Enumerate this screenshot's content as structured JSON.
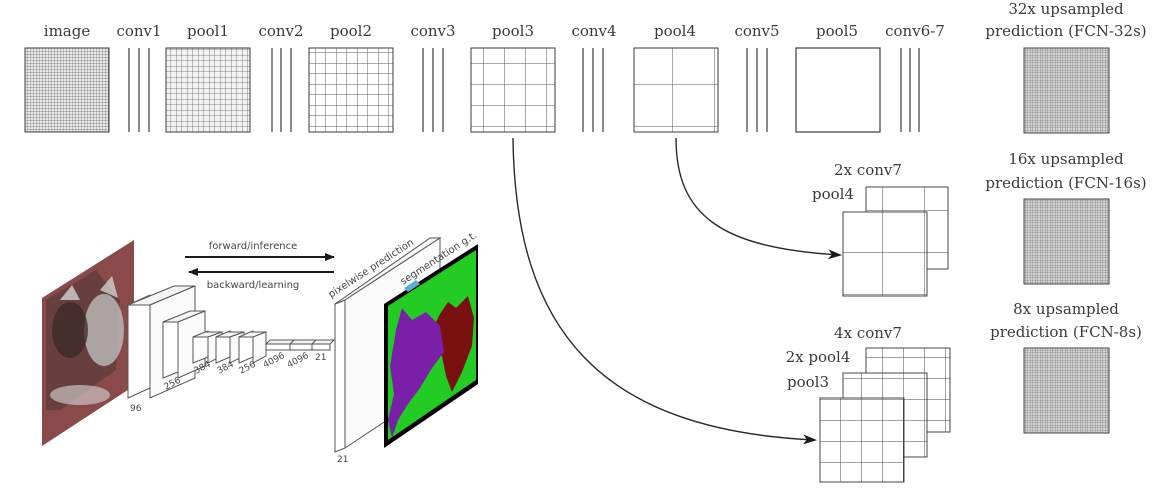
{
  "top_row": {
    "labels": [
      "image",
      "conv1",
      "pool1",
      "conv2",
      "pool2",
      "conv3",
      "pool3",
      "conv4",
      "pool4",
      "conv5",
      "pool5",
      "conv6-7"
    ]
  },
  "outputs": {
    "fcn32_line1": "32x upsampled",
    "fcn32_line2": "prediction (FCN-32s)",
    "fcn16_line1": "16x upsampled",
    "fcn16_line2": "prediction (FCN-16s)",
    "fcn8_line1": "8x upsampled",
    "fcn8_line2": "prediction (FCN-8s)"
  },
  "fusion": {
    "stage16_title": "2x conv7",
    "stage16_pool": "pool4",
    "stage8_title": "4x conv7",
    "stage8_pool4": "2x pool4",
    "stage8_pool3": "pool3"
  },
  "inset": {
    "forward": "forward/inference",
    "backward": "backward/learning",
    "pixelwise": "pixelwise prediction",
    "segmentation": "segmentation g.t.",
    "dims": [
      "96",
      "256",
      "384",
      "384",
      "256",
      "4096",
      "4096",
      "21"
    ],
    "out_dim": "21"
  },
  "colors": {
    "line": "#3b3b3b",
    "grid_dark": "#555555",
    "seg_green": "#22cc22",
    "seg_purple": "#7a1fa8",
    "seg_maroon": "#7a1010",
    "seg_black": "#000000",
    "photo_brown": "#8a4a4a"
  }
}
